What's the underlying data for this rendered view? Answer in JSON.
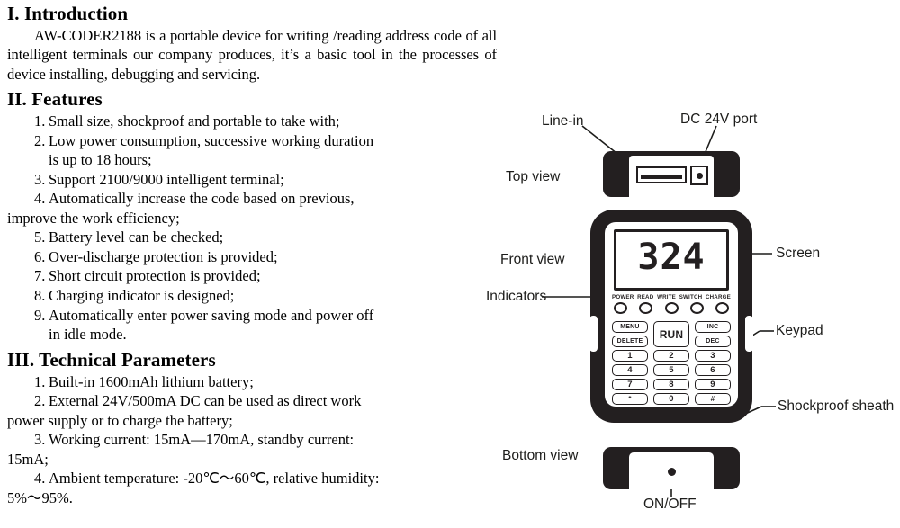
{
  "document": {
    "sections": [
      {
        "id": "introduction",
        "heading": "I. Introduction",
        "paragraph": "AW-CODER2188 is a portable device for writing /reading address code of all intelligent terminals our company produces, it’s a basic tool in the processes of device installing, debugging and servicing."
      },
      {
        "id": "features",
        "heading": "II. Features",
        "items": [
          {
            "num": "1.",
            "text": "Small size, shockproof and portable to take with;"
          },
          {
            "num": "2.",
            "text": "Low power consumption, successive working duration",
            "cont": "is up to 18 hours;",
            "cont_indent": true
          },
          {
            "num": "3.",
            "text": "Support 2100/9000 intelligent terminal;"
          },
          {
            "num": "4.",
            "text": "Automatically increase the code based on previous,",
            "cont": "improve the work efficiency;",
            "cont_indent": false
          },
          {
            "num": "5.",
            "text": "Battery level can be checked;"
          },
          {
            "num": "6.",
            "text": "Over-discharge protection is provided;"
          },
          {
            "num": "7.",
            "text": "Short circuit protection is provided;"
          },
          {
            "num": "8.",
            "text": "Charging indicator is designed;"
          },
          {
            "num": "9.",
            "text": "Automatically enter power saving mode and power off",
            "cont": "in idle mode.",
            "cont_indent": true
          }
        ]
      },
      {
        "id": "technical-parameters",
        "heading": "III. Technical Parameters",
        "items": [
          {
            "num": "1.",
            "text": "Built-in 1600mAh lithium battery;"
          },
          {
            "num": "2.",
            "text": "External 24V/500mA DC can be used as direct work",
            "cont": "power supply or to charge the battery;",
            "cont_indent": false
          },
          {
            "num": "3.",
            "text": "Working current: 15mA—170mA, standby current:",
            "cont": "15mA;",
            "cont_indent": false
          },
          {
            "num": "4.",
            "text": "Ambient temperature: -20℃～60℃, relative humidity:",
            "cont": "5%～95%.",
            "cont_indent": false
          }
        ]
      }
    ]
  },
  "diagram": {
    "views": {
      "top": "Top view",
      "front": "Front view",
      "bottom": "Bottom view"
    },
    "callouts": {
      "line_in": "Line-in",
      "dc_port": "DC 24V port",
      "screen": "Screen",
      "indicators": "Indicators",
      "keypad": "Keypad",
      "sheath": "Shockproof sheath",
      "onoff": "ON/OFF"
    },
    "screen_value": "324",
    "led_labels": [
      "POWER",
      "READ",
      "WRITE",
      "SWITCH",
      "CHARGE"
    ],
    "keypad": {
      "left": [
        "MENU",
        "DELETE",
        "1",
        "4",
        "7",
        "*"
      ],
      "middle": [
        "RUN",
        "2",
        "5",
        "8",
        "0"
      ],
      "right": [
        "INC",
        "DEC",
        "3",
        "6",
        "9",
        "#"
      ]
    },
    "colors": {
      "body": "#231f20",
      "ink": "#1d1d1b",
      "panel": "#ffffff"
    }
  }
}
